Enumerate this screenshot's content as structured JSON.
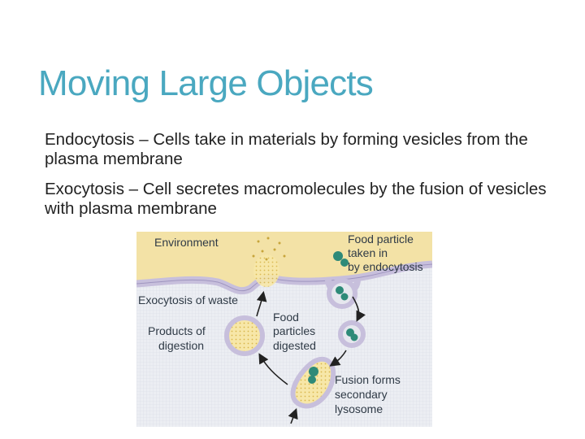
{
  "slide": {
    "title": "Moving Large Objects",
    "bullets": [
      "Endocytosis – Cells take in materials by forming vesicles from the plasma membrane",
      "Exocytosis – Cell secretes macromolecules by the fusion of vesicles with plasma membrane"
    ]
  },
  "figure": {
    "labels": {
      "environment": "Environment",
      "food_particle_1": "Food particle",
      "food_particle_2": "taken in",
      "food_particle_3": "by endocytosis",
      "exocytosis": "Exocytosis of waste",
      "products_1": "Products of",
      "products_2": "digestion",
      "food_digested_1": "Food",
      "food_digested_2": "particles",
      "food_digested_3": "digested",
      "fusion_1": "Fusion forms",
      "fusion_2": "secondary",
      "fusion_3": "lysosome"
    }
  },
  "colors": {
    "title": "#4aa8c0",
    "environment_band": "#f3e2a6",
    "membrane": "#c7bfdc",
    "cytoplasm": "#e6e7ee",
    "particle": "#2e8a78"
  }
}
